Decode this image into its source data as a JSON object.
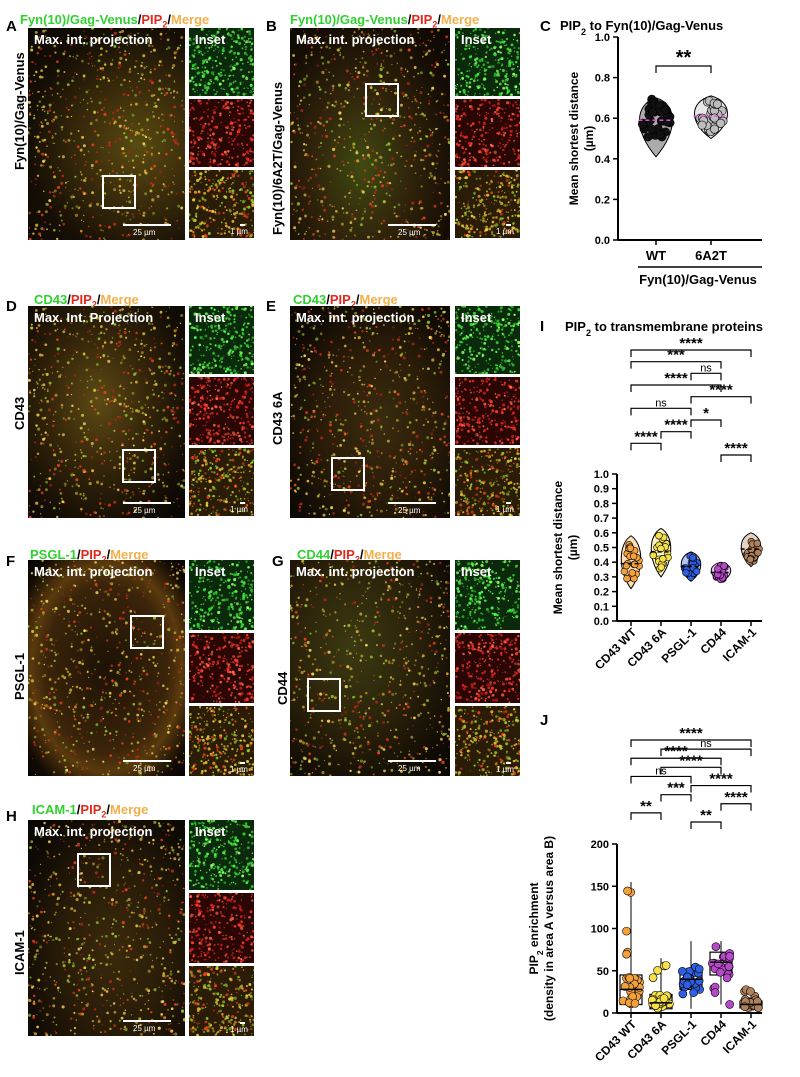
{
  "panels": {
    "A": {
      "letter": "A",
      "title_parts": [
        [
          "g",
          "Fyn(10)/Gag-Venus"
        ],
        [
          "k",
          "/"
        ],
        [
          "r",
          "PIP"
        ],
        [
          "rs",
          "2"
        ],
        [
          "k",
          "/"
        ],
        [
          "o",
          "Merge"
        ]
      ],
      "side": "Fyn(10)/Gag-Venus",
      "header": "Max. int. projection",
      "inset": "Inset",
      "scale_main": "25 µm",
      "scale_inset": "1 µm"
    },
    "B": {
      "letter": "B",
      "title_parts": [
        [
          "g",
          "Fyn(10)/Gag-Venus"
        ],
        [
          "k",
          "/"
        ],
        [
          "r",
          "PIP"
        ],
        [
          "rs",
          "2"
        ],
        [
          "k",
          "/"
        ],
        [
          "o",
          "Merge"
        ]
      ],
      "side": "Fyn(10)/6A2T/Gag-Venus",
      "header": "Max. int. projection",
      "inset": "Inset",
      "scale_main": "25 µm",
      "scale_inset": "1 µm"
    },
    "D": {
      "letter": "D",
      "title_parts": [
        [
          "g",
          "CD43"
        ],
        [
          "k",
          "/"
        ],
        [
          "r",
          "PIP"
        ],
        [
          "rs",
          "2"
        ],
        [
          "k",
          "/"
        ],
        [
          "o",
          "Merge"
        ]
      ],
      "side": "CD43",
      "header": "Max. Int. Projection",
      "inset": "Inset",
      "scale_main": "25 µm",
      "scale_inset": "1 µm"
    },
    "E": {
      "letter": "E",
      "title_parts": [
        [
          "g",
          "CD43"
        ],
        [
          "k",
          "/"
        ],
        [
          "r",
          "PIP"
        ],
        [
          "rs",
          "2"
        ],
        [
          "k",
          "/"
        ],
        [
          "o",
          "Merge"
        ]
      ],
      "side": "CD43 6A",
      "header": "Max. int. projection",
      "inset": "Inset",
      "scale_main": "25 µm",
      "scale_inset": "1 µm"
    },
    "F": {
      "letter": "F",
      "title_parts": [
        [
          "g",
          "PSGL-1"
        ],
        [
          "k",
          "/"
        ],
        [
          "r",
          "PIP"
        ],
        [
          "rs",
          "2"
        ],
        [
          "k",
          "/"
        ],
        [
          "o",
          "Merge"
        ]
      ],
      "side": "PSGL-1",
      "header": "Max. int. projection",
      "inset": "Inset",
      "scale_main": "25 µm",
      "scale_inset": "1 µm"
    },
    "G": {
      "letter": "G",
      "title_parts": [
        [
          "g",
          "CD44"
        ],
        [
          "k",
          "/"
        ],
        [
          "r",
          "PIP"
        ],
        [
          "rs",
          "2"
        ],
        [
          "k",
          "/"
        ],
        [
          "o",
          "Merge"
        ]
      ],
      "side": "CD44",
      "header": "Max. int. projection",
      "inset": "Inset",
      "scale_main": "25 µm",
      "scale_inset": "1 µm"
    },
    "H": {
      "letter": "H",
      "title_parts": [
        [
          "g",
          "ICAM-1"
        ],
        [
          "k",
          "/"
        ],
        [
          "r",
          "PIP"
        ],
        [
          "rs",
          "2"
        ],
        [
          "k",
          "/"
        ],
        [
          "o",
          "Merge"
        ]
      ],
      "side": "ICAM-1",
      "header": "Max. int. projection",
      "inset": "Inset",
      "scale_main": "25 µm",
      "scale_inset": "1 µm"
    }
  },
  "colors": {
    "green": "#2fd12f",
    "red": "#e02a1d",
    "orange": "#f2b04a",
    "wt": "#111111",
    "mut": "#bdbdbd",
    "median_line": "#e94bd9"
  },
  "chart_data": [
    {
      "id": "C",
      "letter": "C",
      "type": "violin",
      "title": "PIP2 to Fyn(10)/Gag-Venus",
      "ylabel": [
        "Mean shortest distance",
        "(µm)"
      ],
      "ylim": [
        0,
        1.0
      ],
      "yticks": [
        "0.0",
        "0.2",
        "0.4",
        "0.6",
        "0.8",
        "1.0"
      ],
      "categories": [
        "WT",
        "6A2T"
      ],
      "group_label": "Fyn(10)/Gag-Venus",
      "medians": [
        0.59,
        0.61
      ],
      "ranges": [
        [
          0.41,
          0.7
        ],
        [
          0.5,
          0.71
        ]
      ],
      "series_colors": [
        "#111111",
        "#bdbdbd"
      ],
      "significance": [
        {
          "from": 0,
          "to": 1,
          "label": "**"
        }
      ]
    },
    {
      "id": "I",
      "letter": "I",
      "type": "violin",
      "title": "PIP2 to transmembrane proteins",
      "ylabel": [
        "Mean shortest distance",
        "(µm)"
      ],
      "ylim": [
        0,
        1.0
      ],
      "yticks": [
        "0.0",
        "0.1",
        "0.2",
        "0.3",
        "0.4",
        "0.5",
        "0.6",
        "0.7",
        "0.8",
        "0.9",
        "1.0"
      ],
      "categories": [
        "CD43 WT",
        "CD43 6A",
        "PSGL-1",
        "CD44",
        "ICAM-1"
      ],
      "medians": [
        0.39,
        0.47,
        0.37,
        0.33,
        0.49
      ],
      "ranges": [
        [
          0.22,
          0.58
        ],
        [
          0.3,
          0.63
        ],
        [
          0.27,
          0.47
        ],
        [
          0.27,
          0.4
        ],
        [
          0.37,
          0.6
        ]
      ],
      "series_colors": [
        "#f5a13a",
        "#f5e04a",
        "#2f5fe0",
        "#b648c9",
        "#b0805a"
      ],
      "significance": [
        {
          "from": 0,
          "to": 4,
          "label": "****"
        },
        {
          "from": 0,
          "to": 3,
          "label": "***"
        },
        {
          "from": 2,
          "to": 3,
          "label": "ns"
        },
        {
          "from": 0,
          "to": 3,
          "label": "****"
        },
        {
          "from": 2,
          "to": 4,
          "label": "****"
        },
        {
          "from": 0,
          "to": 2,
          "label": "ns"
        },
        {
          "from": 2,
          "to": 3,
          "label": "*"
        },
        {
          "from": 1,
          "to": 2,
          "label": "****"
        },
        {
          "from": 0,
          "to": 1,
          "label": "****"
        },
        {
          "from": 3,
          "to": 4,
          "label": "****"
        }
      ]
    },
    {
      "id": "J",
      "letter": "J",
      "type": "box",
      "ylabel": [
        "PIP2 enrichment",
        "(density in area A versus area B)"
      ],
      "ylim": [
        0,
        200
      ],
      "yticks": [
        "0",
        "50",
        "100",
        "150",
        "200"
      ],
      "categories": [
        "CD43 WT",
        "CD43 6A",
        "PSGL-1",
        "CD44",
        "ICAM-1"
      ],
      "medians": [
        28,
        12,
        40,
        60,
        10
      ],
      "q1": [
        10,
        5,
        28,
        45,
        6
      ],
      "q3": [
        45,
        22,
        50,
        72,
        14
      ],
      "whiskers": [
        [
          0,
          155
        ],
        [
          0,
          65
        ],
        [
          5,
          85
        ],
        [
          10,
          85
        ],
        [
          2,
          28
        ]
      ],
      "series_colors": [
        "#f5a13a",
        "#f5e04a",
        "#2f5fe0",
        "#b648c9",
        "#b0805a"
      ],
      "significance": [
        {
          "from": 0,
          "to": 4,
          "label": "****"
        },
        {
          "from": 1,
          "to": 4,
          "label": "ns"
        },
        {
          "from": 0,
          "to": 3,
          "label": "****"
        },
        {
          "from": 1,
          "to": 3,
          "label": "****"
        },
        {
          "from": 0,
          "to": 2,
          "label": "ns"
        },
        {
          "from": 2,
          "to": 4,
          "label": "****"
        },
        {
          "from": 1,
          "to": 2,
          "label": "***"
        },
        {
          "from": 3,
          "to": 4,
          "label": "****"
        },
        {
          "from": 0,
          "to": 1,
          "label": "**"
        },
        {
          "from": 2,
          "to": 3,
          "label": "**"
        }
      ]
    }
  ]
}
